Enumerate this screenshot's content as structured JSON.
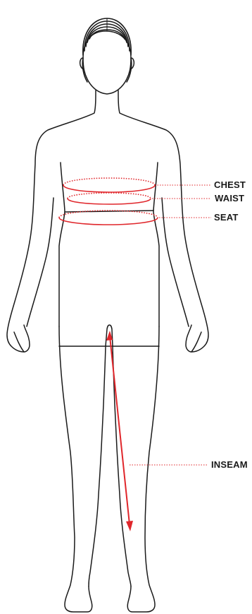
{
  "diagram": {
    "labels": {
      "chest": "CHEST",
      "waist": "WAIST",
      "seat": "SEAT",
      "inseam": "INSEAM"
    },
    "colors": {
      "outline": "#1a1a1a",
      "measure": "#e0262b",
      "hair": "#1a1a1a"
    }
  }
}
